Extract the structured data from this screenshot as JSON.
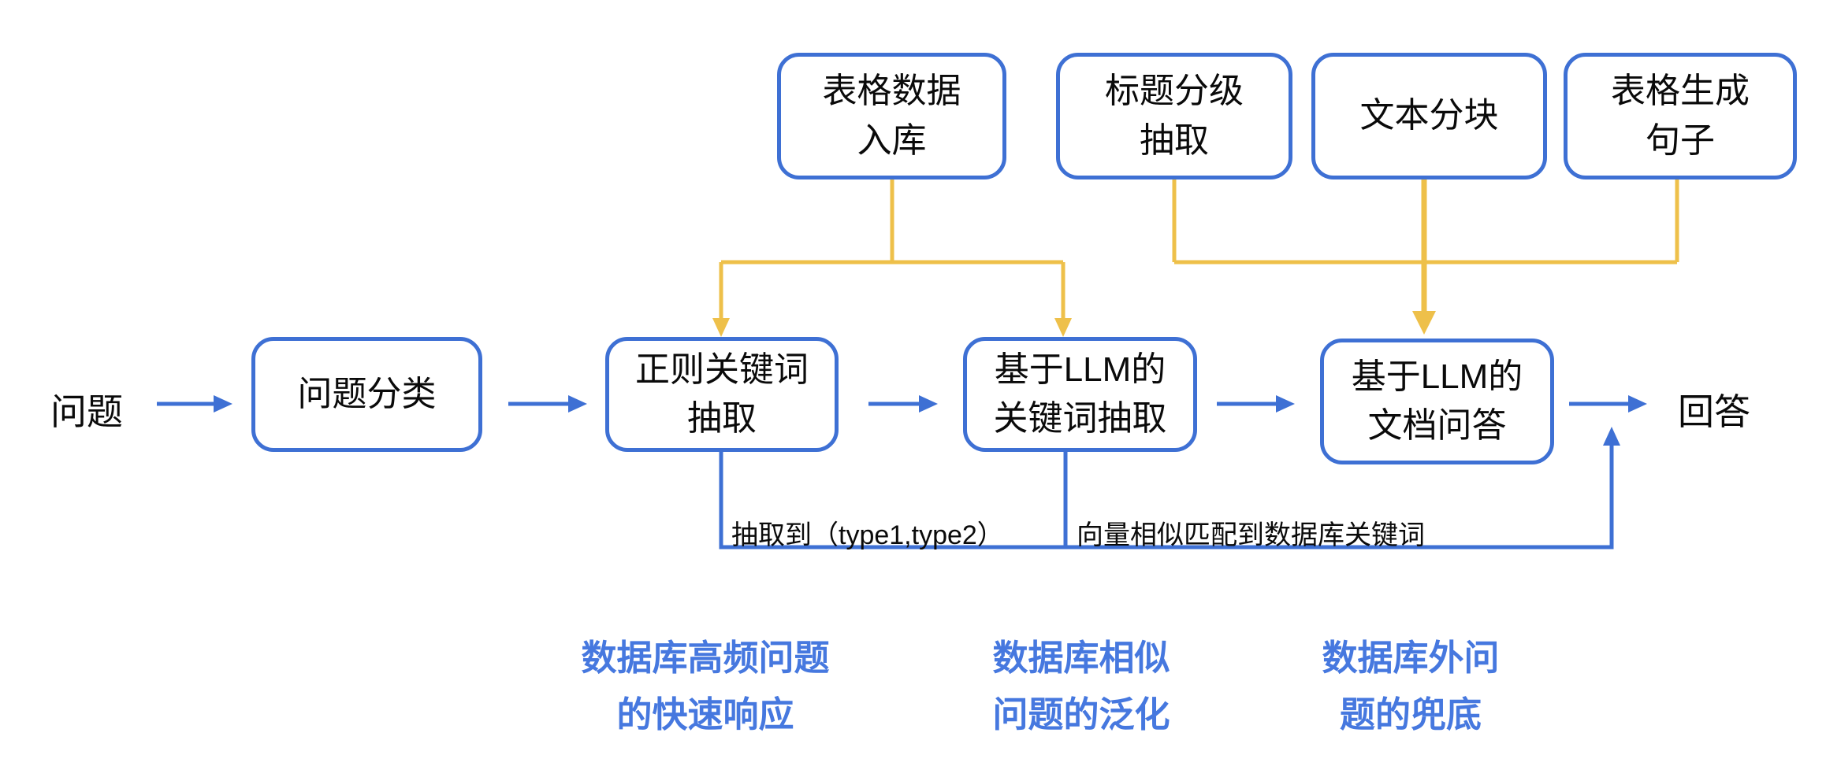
{
  "diagram": {
    "title": "RAG question answering pipeline flowchart",
    "top_nodes": [
      {
        "id": "table-data-ingest",
        "label": "表格数据\n入库"
      },
      {
        "id": "heading-level-extract",
        "label": "标题分级\n抽取"
      },
      {
        "id": "text-chunking",
        "label": "文本分块"
      },
      {
        "id": "table-to-sentence",
        "label": "表格生成\n句子"
      }
    ],
    "flow_start": "问题",
    "flow_nodes": [
      {
        "id": "question-classify",
        "label": "问题分类"
      },
      {
        "id": "regex-keyword-extract",
        "label": "正则关键词\n抽取"
      },
      {
        "id": "llm-keyword-extract",
        "label": "基于LLM的\n关键词抽取"
      },
      {
        "id": "llm-doc-qa",
        "label": "基于LLM的\n文档问答"
      }
    ],
    "flow_end": "回答",
    "edge_labels": {
      "regex_result": "抽取到（type1,type2）",
      "vector_match": "向量相似匹配到数据库关键词"
    },
    "captions": [
      {
        "id": "caption-fast-response",
        "text": "数据库高频问题\n的快速响应"
      },
      {
        "id": "caption-generalization",
        "text": "数据库相似\n问题的泛化"
      },
      {
        "id": "caption-fallback",
        "text": "数据库外问\n题的兜底"
      }
    ],
    "colors": {
      "line_blue": "#3E70D4",
      "caption_blue": "#4678DF",
      "line_yellow": "#EEC04A",
      "text": "#0A0A0A",
      "background": "#FFFFFF"
    }
  }
}
